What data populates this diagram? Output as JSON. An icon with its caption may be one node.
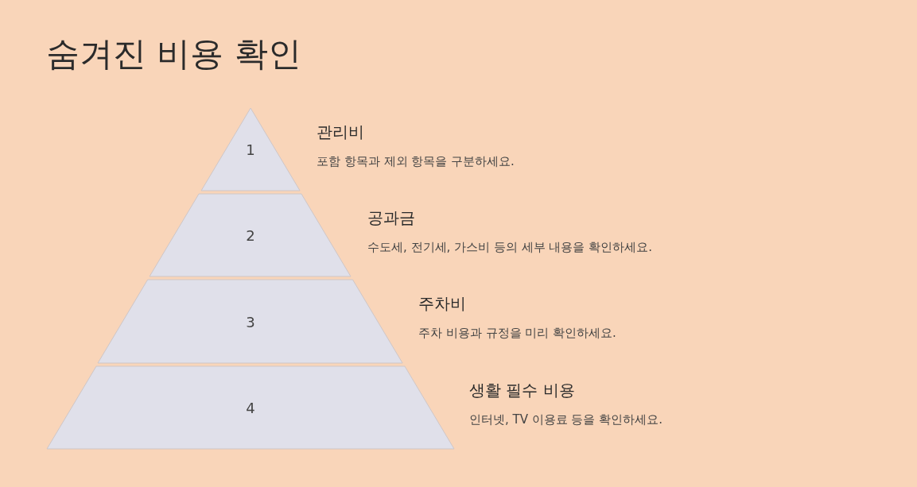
{
  "diagram": {
    "title": "숨겨진 비용 확인",
    "nodes": [
      {
        "text": [
          "1"
        ],
        "beside": [
          "관리비",
          "포함 항목과 제외 항목을 구분하세요."
        ]
      },
      {
        "text": [
          "2"
        ],
        "beside": [
          "공과금",
          "수도세, 전기세, 가스비 등의 세부 내용을 확인하세요."
        ]
      },
      {
        "text": [
          "3"
        ],
        "beside": [
          "주차비",
          "주차 비용과 규정을 미리 확인하세요."
        ]
      },
      {
        "text": [
          "4"
        ],
        "beside": [
          "생활 필수 비용",
          "인터넷, TV 이용료 등을 확인하세요."
        ]
      }
    ]
  }
}
